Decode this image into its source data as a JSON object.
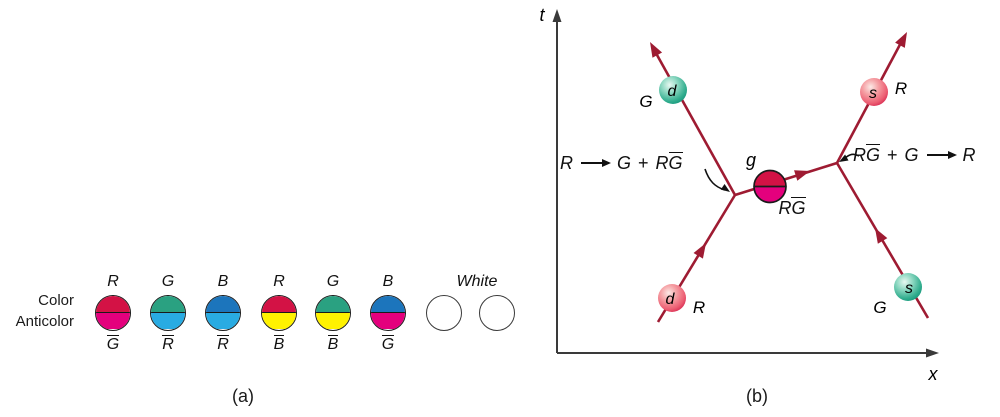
{
  "panel_a": {
    "row_labels": {
      "top": "Color",
      "bottom": "Anticolor"
    },
    "white_label": "White",
    "caption": "(a)",
    "gluons": [
      {
        "color": "R",
        "anticolor": "G",
        "top_hex": "#d31245",
        "bottom_hex": "#e4007d"
      },
      {
        "color": "G",
        "anticolor": "R",
        "top_hex": "#2aa181",
        "bottom_hex": "#29abe2"
      },
      {
        "color": "B",
        "anticolor": "R",
        "top_hex": "#1c75bc",
        "bottom_hex": "#29abe2"
      },
      {
        "color": "R",
        "anticolor": "B",
        "top_hex": "#d31245",
        "bottom_hex": "#fff200"
      },
      {
        "color": "G",
        "anticolor": "B",
        "top_hex": "#2aa181",
        "bottom_hex": "#fff200"
      },
      {
        "color": "B",
        "anticolor": "G",
        "top_hex": "#1c75bc",
        "bottom_hex": "#e4007d"
      }
    ],
    "white_circle_count": 2
  },
  "panel_b": {
    "caption": "(b)",
    "axes": {
      "time_label": "t",
      "space_label": "x"
    },
    "reactions": {
      "left": {
        "lhs": "R",
        "rhs_first": "G",
        "plus": "+",
        "rhs_gluon_main": "R",
        "rhs_gluon_bar": "G"
      },
      "right": {
        "lhs_gluon_main": "R",
        "lhs_gluon_bar": "G",
        "plus": "+",
        "lhs_second": "G",
        "rhs": "R"
      }
    },
    "gluon": {
      "symbol": "g",
      "label_main": "R",
      "label_bar": "G",
      "top_hex": "#d31245",
      "bottom_hex": "#e4007d"
    },
    "particles": {
      "outgoing_d": {
        "symbol": "d",
        "color_label": "G"
      },
      "outgoing_s": {
        "symbol": "s",
        "color_label": "R"
      },
      "incoming_d": {
        "symbol": "d",
        "color_label": "R"
      },
      "incoming_s": {
        "symbol": "s",
        "color_label": "G"
      }
    }
  },
  "colors": {
    "quark_line": "#9e1b32",
    "axis": "#3a3a3a",
    "outline": "#1a1a1a"
  }
}
